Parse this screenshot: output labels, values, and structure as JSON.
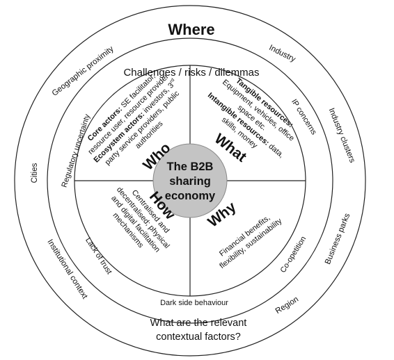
{
  "outer": {
    "title": "Where",
    "question_line1": "What are the relevant",
    "question_line2": "contextual factors?",
    "labels": {
      "geographic_proximity": "Geographic proximity",
      "industry": "Industry",
      "industry_clusters": "Industry clusters",
      "business_parks": "Business parks",
      "region": "Region",
      "institutional_context": "Institutional context",
      "cities": "Cities"
    }
  },
  "middle": {
    "title": "Challenges / risks / dilemmas",
    "labels": {
      "ip_concerns": "IP concerns",
      "co_opetition": "Co-opetition",
      "dark_side": "Dark side behaviour",
      "lack_of_trust": "Lack of trust",
      "regulatory_uncertainty": "Regulatory uncertainty"
    }
  },
  "center": {
    "line1": "The B2B",
    "line2": "sharing",
    "line3": "economy"
  },
  "quadrants": {
    "who": {
      "label": "Who",
      "l1_bold": "Core actors:",
      "l1_text": " SE facilitator,",
      "l2": "resource user, resource provider",
      "l3_bold": "Ecosystem actors:",
      "l3_text": " investors, 3",
      "l3_sup": "rd",
      "l4": "party service providers, public",
      "l5": "authorities"
    },
    "what": {
      "label": "What",
      "l1_bold": "Tangible resources:",
      "l2": "Equipment, vehicles, office",
      "l3": "space etc.",
      "l4_bold": "Intangible resources:",
      "l4_text": " data,",
      "l5": "skills, money"
    },
    "how": {
      "label": "How",
      "l1": "Centralised and",
      "l2": "decentralised; physical",
      "l3": "and digital facilitation",
      "l4": "mechanisms"
    },
    "why": {
      "label": "Why",
      "l1": "Financial benefits,",
      "l2": "flexibility, sustainability"
    }
  }
}
